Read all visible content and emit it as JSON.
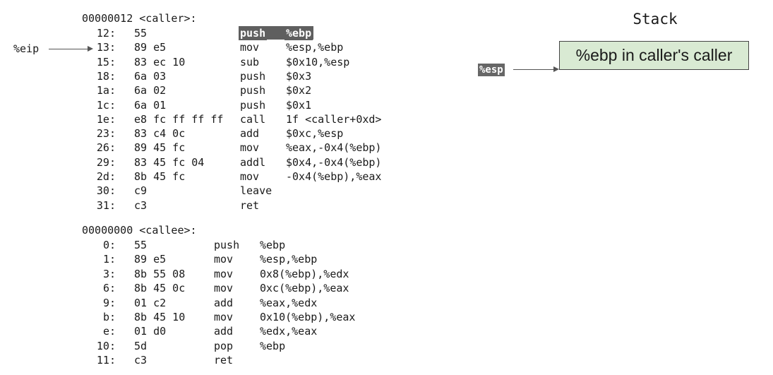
{
  "caller": {
    "header": "00000012 <caller>:",
    "rows": [
      {
        "addr": "12:",
        "bytes": "55",
        "mnemonic": "push",
        "operands": "%ebp"
      },
      {
        "addr": "13:",
        "bytes": "89 e5",
        "mnemonic": "mov",
        "operands": "%esp,%ebp"
      },
      {
        "addr": "15:",
        "bytes": "83 ec 10",
        "mnemonic": "sub",
        "operands": "$0x10,%esp"
      },
      {
        "addr": "18:",
        "bytes": "6a 03",
        "mnemonic": "push",
        "operands": "$0x3"
      },
      {
        "addr": "1a:",
        "bytes": "6a 02",
        "mnemonic": "push",
        "operands": "$0x2"
      },
      {
        "addr": "1c:",
        "bytes": "6a 01",
        "mnemonic": "push",
        "operands": "$0x1"
      },
      {
        "addr": "1e:",
        "bytes": "e8 fc ff ff ff",
        "mnemonic": "call",
        "operands": "1f <caller+0xd>"
      },
      {
        "addr": "23:",
        "bytes": "83 c4 0c",
        "mnemonic": "add",
        "operands": "$0xc,%esp"
      },
      {
        "addr": "26:",
        "bytes": "89 45 fc",
        "mnemonic": "mov",
        "operands": "%eax,-0x4(%ebp)"
      },
      {
        "addr": "29:",
        "bytes": "83 45 fc 04",
        "mnemonic": "addl",
        "operands": "$0x4,-0x4(%ebp)"
      },
      {
        "addr": "2d:",
        "bytes": "8b 45 fc",
        "mnemonic": "mov",
        "operands": "-0x4(%ebp),%eax"
      },
      {
        "addr": "30:",
        "bytes": "c9",
        "mnemonic": "leave",
        "operands": ""
      },
      {
        "addr": "31:",
        "bytes": "c3",
        "mnemonic": "ret",
        "operands": ""
      }
    ]
  },
  "callee": {
    "header": "00000000 <callee>:",
    "rows": [
      {
        "addr": "0:",
        "bytes": "55",
        "mnemonic": "push",
        "operands": "%ebp"
      },
      {
        "addr": "1:",
        "bytes": "89 e5",
        "mnemonic": "mov",
        "operands": "%esp,%ebp"
      },
      {
        "addr": "3:",
        "bytes": "8b 55 08",
        "mnemonic": "mov",
        "operands": "0x8(%ebp),%edx"
      },
      {
        "addr": "6:",
        "bytes": "8b 45 0c",
        "mnemonic": "mov",
        "operands": "0xc(%ebp),%eax"
      },
      {
        "addr": "9:",
        "bytes": "01 c2",
        "mnemonic": "add",
        "operands": "%eax,%edx"
      },
      {
        "addr": "b:",
        "bytes": "8b 45 10",
        "mnemonic": "mov",
        "operands": "0x10(%ebp),%eax"
      },
      {
        "addr": "e:",
        "bytes": "01 d0",
        "mnemonic": "add",
        "operands": "%edx,%eax"
      },
      {
        "addr": "10:",
        "bytes": "5d",
        "mnemonic": "pop",
        "operands": "%ebp"
      },
      {
        "addr": "11:",
        "bytes": "c3",
        "mnemonic": "ret",
        "operands": ""
      }
    ]
  },
  "eip_label": "%eip",
  "esp_label": "%esp",
  "stack": {
    "title": "Stack",
    "entries": [
      "%ebp in caller's caller"
    ]
  },
  "highlight_color": "#5f5f5f",
  "stack_box_color": "#d9ead3"
}
